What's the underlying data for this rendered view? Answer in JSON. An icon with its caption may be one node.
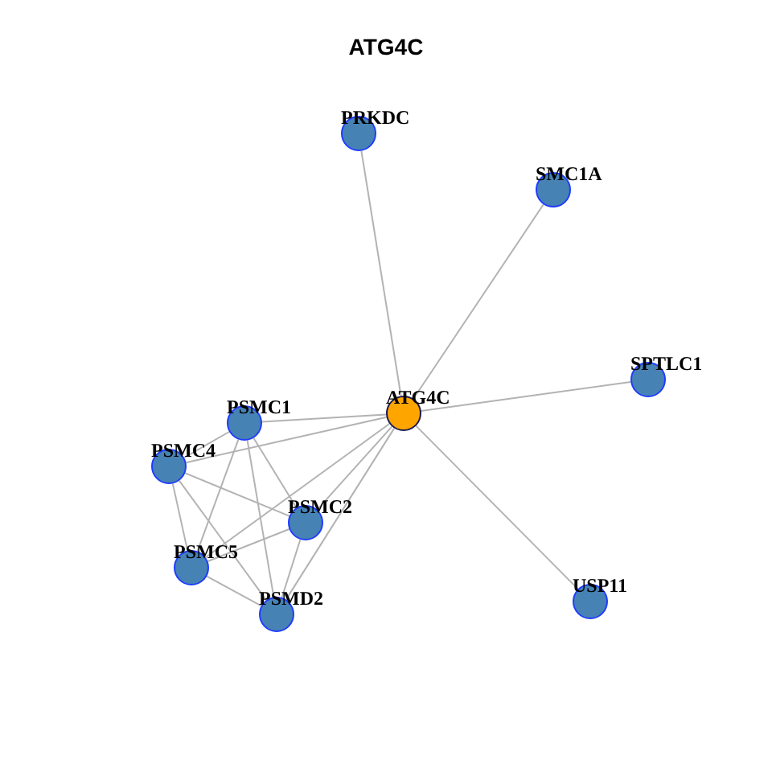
{
  "diagram": {
    "title": "ATG4C",
    "nodes": [
      {
        "text": [
          "PRKDC"
        ]
      },
      {
        "text": [
          "SMC1A"
        ]
      },
      {
        "text": [
          "SPTLC1"
        ]
      },
      {
        "text": [
          "ATG4C"
        ]
      },
      {
        "text": [
          "PSMC1"
        ]
      },
      {
        "text": [
          "PSMC4"
        ]
      },
      {
        "text": [
          "PSMC2"
        ]
      },
      {
        "text": [
          "PSMC5"
        ]
      },
      {
        "text": [
          "USP11"
        ]
      },
      {
        "text": [
          "PSMD2"
        ]
      }
    ],
    "edges": [
      {
        "from": 3,
        "to": 0,
        "arrow": "none"
      },
      {
        "from": 3,
        "to": 1,
        "arrow": "none"
      },
      {
        "from": 3,
        "to": 2,
        "arrow": "none"
      },
      {
        "from": 3,
        "to": 4,
        "arrow": "none"
      },
      {
        "from": 3,
        "to": 5,
        "arrow": "none"
      },
      {
        "from": 3,
        "to": 6,
        "arrow": "none"
      },
      {
        "from": 3,
        "to": 7,
        "arrow": "none"
      },
      {
        "from": 3,
        "to": 8,
        "arrow": "none"
      },
      {
        "from": 3,
        "to": 9,
        "arrow": "none"
      },
      {
        "from": 4,
        "to": 5,
        "arrow": "none"
      },
      {
        "from": 4,
        "to": 6,
        "arrow": "none"
      },
      {
        "from": 4,
        "to": 7,
        "arrow": "none"
      },
      {
        "from": 4,
        "to": 9,
        "arrow": "none"
      },
      {
        "from": 5,
        "to": 6,
        "arrow": "none"
      },
      {
        "from": 5,
        "to": 7,
        "arrow": "none"
      },
      {
        "from": 5,
        "to": 9,
        "arrow": "none"
      },
      {
        "from": 6,
        "to": 7,
        "arrow": "none"
      },
      {
        "from": 6,
        "to": 9,
        "arrow": "none"
      },
      {
        "from": 7,
        "to": 9,
        "arrow": "none"
      }
    ]
  }
}
